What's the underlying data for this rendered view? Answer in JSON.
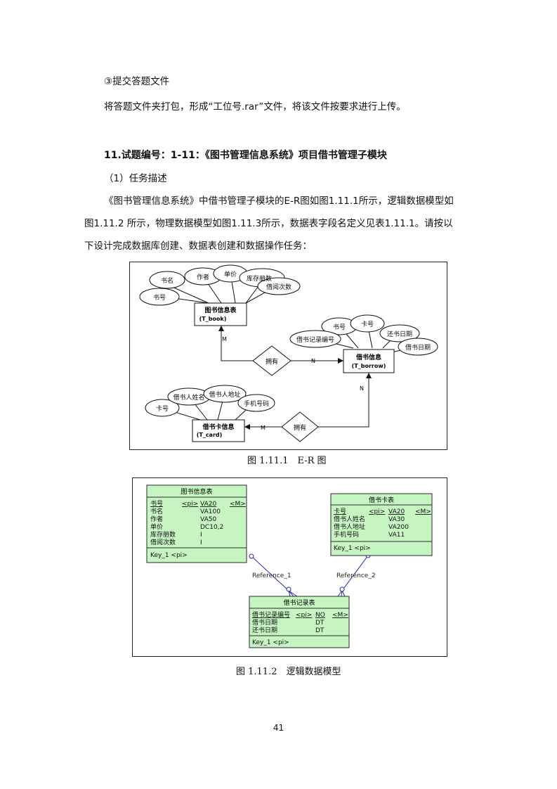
{
  "text": {
    "step3": "③提交答题文件",
    "step3_desc": "将答题文件夹打包，形成“工位号.rar”文件，将该文件按要求进行上传。",
    "heading": "11.试题编号：1-11：《图书管理信息系统》项目借书管理子模块",
    "sub1": "（1）任务描述",
    "p1": "《图书管理信息系统》中借书管理子模块的E-R图如图1.11.1所示，逻辑数据模型如",
    "p2": "图1.11.2 所示，物理数据模型如图1.11.3所示，数据表字段名定义见表1.11.1。请按以",
    "p3": "下设计完成数据库创建、数据表创建和数据操作任务：",
    "cap1": "图 1.11.1　E-R 图",
    "cap2": "图 1.11.2　逻辑数据模型",
    "page": "41"
  },
  "er": {
    "book_entity": [
      "图书信息表",
      "(T_book)"
    ],
    "borrow_entity": [
      "借书信息",
      "(T_borrow)"
    ],
    "card_entity": [
      "借书卡信息",
      "(T_card)"
    ],
    "book_attrs": [
      "书名",
      "作者",
      "单价",
      "库存册数",
      "借阅次数",
      "书号"
    ],
    "borrow_attrs": [
      "书号",
      "卡号",
      "还书日期",
      "借书记录编号",
      "借书日期"
    ],
    "card_attrs": [
      "借书人姓名",
      "借书人地址",
      "卡号",
      "手机号码"
    ],
    "rel1": "拥有",
    "rel2": "拥有",
    "m1": "M",
    "n1": "N",
    "n2": "N",
    "m2": "M"
  },
  "ldm": {
    "book": {
      "title": "图书信息表",
      "rows": [
        [
          "书号",
          "<pi>",
          "VA20",
          "<M>"
        ],
        [
          "书名",
          "",
          "VA100",
          ""
        ],
        [
          "作者",
          "",
          "VA50",
          ""
        ],
        [
          "单价",
          "",
          "DC10,2",
          ""
        ],
        [
          "库存册数",
          "",
          "I",
          ""
        ],
        [
          "借阅次数",
          "",
          "I",
          ""
        ]
      ],
      "key": "Key_1  <pi>"
    },
    "card": {
      "title": "借书卡表",
      "rows": [
        [
          "卡号",
          "<pi>",
          "VA20",
          "<M>"
        ],
        [
          "借书人姓名",
          "",
          "VA30",
          ""
        ],
        [
          "借书人地址",
          "",
          "VA200",
          ""
        ],
        [
          "手机号码",
          "",
          "VA11",
          ""
        ]
      ],
      "key": "Key_1  <pi>"
    },
    "record": {
      "title": "借书记录表",
      "rows": [
        [
          "借书记录编号",
          "<pi>",
          "NO",
          "<M>"
        ],
        [
          "借书日期",
          "",
          "DT",
          ""
        ],
        [
          "还书日期",
          "",
          "DT",
          ""
        ]
      ],
      "key": "Key_1  <pi>"
    },
    "ref1": "Reference_1",
    "ref2": "Reference_2",
    "colors": {
      "entity_fill": "#c6f5c2",
      "entity_border": "#2a2a2a",
      "link": "#2a2aa8"
    }
  }
}
